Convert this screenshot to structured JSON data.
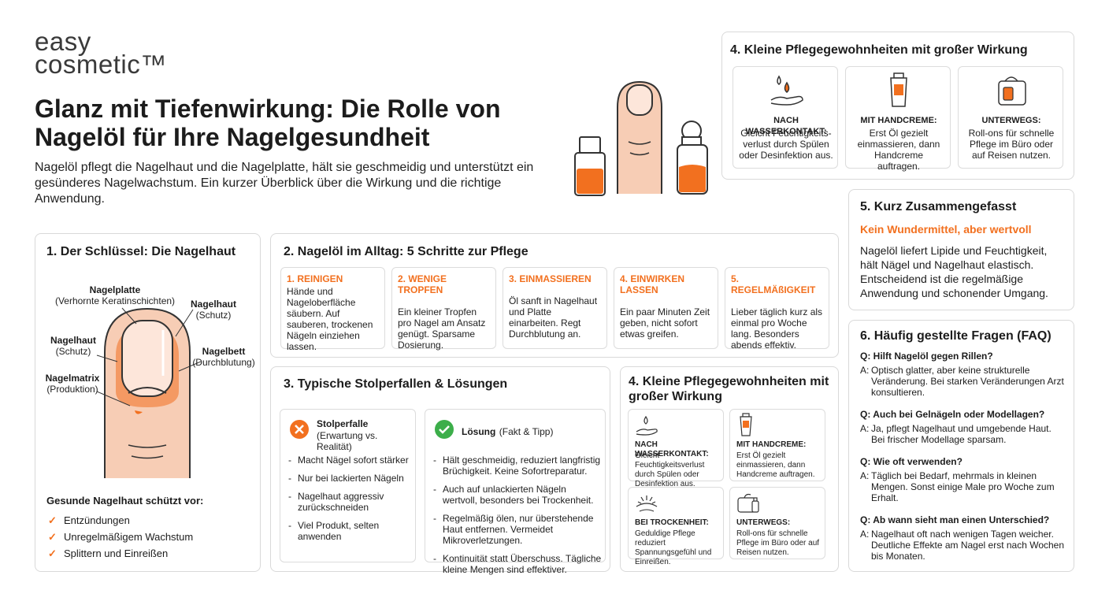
{
  "logo": {
    "line1": "easy",
    "line2": "cosmetic™"
  },
  "title": "Glanz mit Tiefenwirkung: Die Rolle von Nagelöl für Ihre Nagelgesundheit",
  "intro": "Nagelöl pflegt die Nagelhaut und die Nagelplatte, hält sie geschmeidig und unterstützt ein gesünderes Nagelwachstum. Ein kurzer Überblick über die Wirkung und die richtige Anwendung.",
  "colors": {
    "accent": "#f2701f",
    "green": "#3cae4a",
    "red": "#f2701f"
  },
  "section1": {
    "title": "1. Der Schlüssel: Die Nagelhaut",
    "labels": {
      "nagelplatte": "Nagelplatte",
      "nagelplatte_sub": "(Verhornte Keratinschichten)",
      "nagelhaut_r": "Nagelhaut",
      "nagelhaut_r_sub": "(Schutz)",
      "nagelhaut_l": "Nagelhaut",
      "nagelhaut_l_sub": "(Schutz)",
      "nagelbett": "Nagelbett",
      "nagelbett_sub": "(Durchblutung)",
      "nagelmatrix": "Nagelmatrix",
      "nagelmatrix_sub": "(Produktion)"
    },
    "protect_title": "Gesunde Nagelhaut schützt vor:",
    "protect_items": [
      "Entzündungen",
      "Unregelmäßigem Wachstum",
      "Splittern und Einreißen"
    ]
  },
  "section2": {
    "title": "2. Nagelöl im Alltag: 5 Schritte zur Pflege",
    "steps": [
      {
        "title": "1. REINIGEN",
        "text": "Hände und Nageloberfläche säubern. Auf sauberen, trockenen Nägeln einziehen lassen."
      },
      {
        "title": "2. WENIGE TROPFEN",
        "text": "Ein kleiner Tropfen pro Nagel am Ansatz genügt. Sparsame Dosierung."
      },
      {
        "title": "3. EINMASSIEREN",
        "text": "Öl sanft in Nagelhaut und Platte einarbeiten. Regt Durchblutung an."
      },
      {
        "title": "4. EINWIRKEN LASSEN",
        "text": "Ein paar Minuten Zeit geben, nicht sofort etwas greifen."
      },
      {
        "title": "5. REGELMÄßIGKEIT",
        "text": "Lieber täglich kurz als einmal pro Woche lang. Besonders abends effektiv."
      }
    ]
  },
  "section3": {
    "title": "3. Typische Stolperfallen & Lösungen",
    "pitfall_title": "Stolperfalle",
    "pitfall_sub": "(Erwartung vs. Realität)",
    "pitfalls": [
      "Macht Nägel sofort stärker",
      "Nur bei lackierten Nägeln",
      "Nagelhaut aggressiv zurückschneiden",
      "Viel Produkt, selten anwenden"
    ],
    "solution_title": "Lösung",
    "solution_sub": "(Fakt & Tipp)",
    "solutions": [
      "Hält geschmeidig, reduziert langfristig Brüchigkeit. Keine Sofortreparatur.",
      "Auch auf unlackierten Nägeln wertvoll, besonders bei Trockenheit.",
      "Regelmäßig ölen, nur überstehende Haut entfernen. Vermeidet Mikroverletzungen.",
      "Kontinuität statt Überschuss. Tägliche kleine Mengen sind effektiver."
    ]
  },
  "section4_small": {
    "title": "4. Kleine Pflegegewohnheiten mit großer Wirkung",
    "items": [
      {
        "title": "NACH WASSERKONTAKT:",
        "text": "Gleicht Feuchtigkeitsverlust durch Spülen oder Desinfektion aus.",
        "icon": "water-hand-icon"
      },
      {
        "title": "MIT HANDCREME:",
        "text": "Erst Öl gezielt einmassieren, dann Handcreme auftragen.",
        "icon": "cream-tube-icon"
      },
      {
        "title": "BEI TROCKENHEIT:",
        "text": "Geduldige Pflege reduziert Spannungsgefühl und Einreißen.",
        "icon": "dry-skin-icon"
      },
      {
        "title": "UNTERWEGS:",
        "text": "Roll-ons für schnelle Pflege im Büro oder auf Reisen nutzen.",
        "icon": "travel-bag-icon"
      }
    ]
  },
  "section4_top": {
    "title": "4. Kleine Pflegegewohnheiten mit großer Wirkung",
    "items": [
      {
        "title": "NACH WASSERKONTAKT:",
        "text": "Gleicht Feuchtigkeits-verlust durch Spülen oder Desinfektion aus.",
        "icon": "water-hand-icon"
      },
      {
        "title": "MIT HANDCREME:",
        "text": "Erst Öl gezielt einmassieren, dann Handcreme auftragen.",
        "icon": "cream-tube-icon"
      },
      {
        "title": "UNTERWEGS:",
        "text": "Roll-ons für schnelle Pflege im Büro oder auf Reisen nutzen.",
        "icon": "travel-bag-icon"
      }
    ]
  },
  "section5": {
    "title": "5. Kurz Zusammengefasst",
    "subtitle": "Kein Wundermittel, aber wertvoll",
    "text": "Nagelöl liefert Lipide und Feuchtigkeit, hält Nägel und Nagelhaut elastisch. Entscheidend ist die regelmäßige Anwendung und schonender Umgang."
  },
  "section6": {
    "title": "6. Häufig gestellte Fragen (FAQ)",
    "answer_prefix": "A:",
    "faqs": [
      {
        "q": "Q: Hilft Nagelöl gegen Rillen?",
        "a": "Optisch glatter, aber keine strukturelle Veränderung. Bei starken Veränderungen Arzt konsultieren."
      },
      {
        "q": "Q: Auch bei Gelnägeln oder Modellagen?",
        "a": "Ja, pflegt Nagelhaut und umgebende Haut. Bei frischer Modellage sparsam."
      },
      {
        "q": "Q: Wie oft verwenden?",
        "a": "Täglich bei Bedarf, mehrmals in kleinen Mengen. Sonst einige Male pro Woche zum Erhalt."
      },
      {
        "q": "Q: Ab wann sieht man einen Unterschied?",
        "a": "Nagelhaut oft nach wenigen Tagen weicher. Deutliche Effekte am Nagel erst nach Wochen bis Monaten."
      }
    ]
  }
}
